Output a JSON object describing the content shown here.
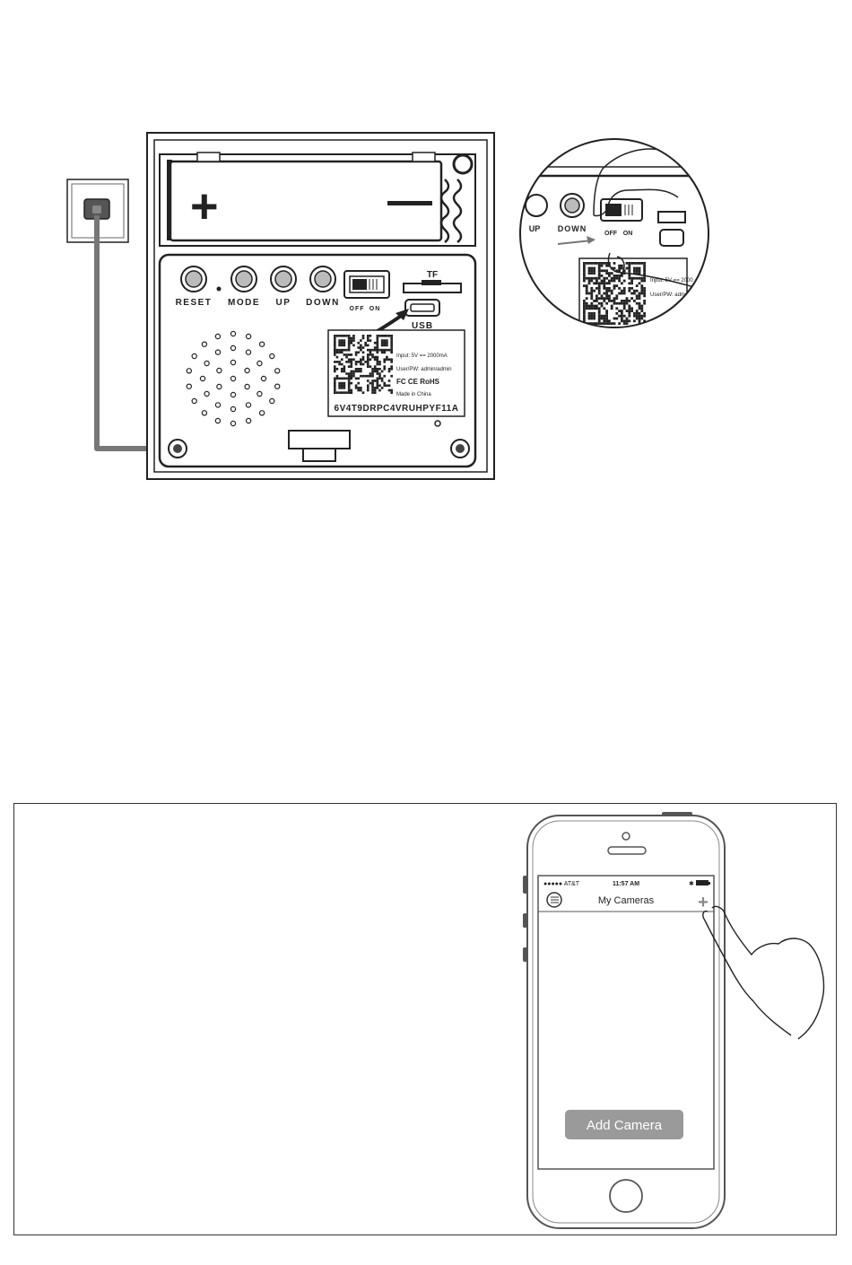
{
  "device": {
    "plus_symbol": "+",
    "minus_symbol": "—",
    "buttons": [
      "RESET",
      "MODE",
      "UP",
      "DOWN"
    ],
    "switch_off": "OFF",
    "switch_on": "ON",
    "tf_label": "TF",
    "usb_label": "USB",
    "label_input": "Input: 5V == 2000mA",
    "label_userpw": "User/PW: admin/admin",
    "label_certs": "FC CE RoHS",
    "label_made": "Made in China",
    "serial": "6V4T9DRPC4VRUHPYF11A"
  },
  "zoom": {
    "buttons": [
      "UP",
      "DOWN"
    ],
    "switch_off": "OFF",
    "switch_on": "ON",
    "label_input": "Input: 5V == 2000",
    "label_userpw": "User/PW: adm"
  },
  "phone": {
    "carrier": "●●●●● AT&T",
    "time": "11:57 AM",
    "nav_title": "My Cameras",
    "add_symbol": "+",
    "add_camera_label": "Add Camera"
  },
  "colors": {
    "cable": "#777777",
    "outline": "#222222",
    "button_fill": "#9a9a9a"
  }
}
